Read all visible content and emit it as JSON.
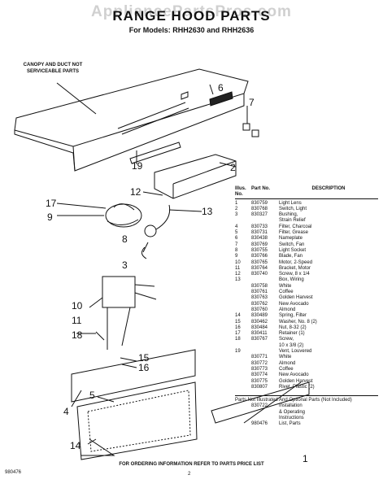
{
  "header": {
    "watermark": "AppliancePartsPros.com",
    "title": "RANGE HOOD PARTS",
    "models": "For Models: RHH2630 and RHH2636"
  },
  "canopy_note": "CANOPY AND DUCT NOT SERVICEABLE PARTS",
  "callouts": [
    "1",
    "2",
    "3",
    "4",
    "5",
    "6",
    "7",
    "8",
    "9",
    "10",
    "11",
    "12",
    "13",
    "14",
    "15",
    "16",
    "17",
    "18",
    "19"
  ],
  "table": {
    "headers": [
      "Illus. No.",
      "Part No.",
      "DESCRIPTION"
    ],
    "rows": [
      [
        "1",
        "830759",
        "Light Lens"
      ],
      [
        "2",
        "830768",
        "Switch, Light"
      ],
      [
        "3",
        "830327",
        "Bushing,"
      ],
      [
        "",
        "",
        "Strain Relief"
      ],
      [
        "4",
        "830733",
        "Filter, Charcoal"
      ],
      [
        "5",
        "830731",
        "Filter, Grease"
      ],
      [
        "6",
        "830438",
        "Nameplate"
      ],
      [
        "7",
        "830769",
        "Switch, Fan"
      ],
      [
        "8",
        "830755",
        "Light Socket"
      ],
      [
        "9",
        "830766",
        "Blade, Fan"
      ],
      [
        "10",
        "830765",
        "Motor, 2-Speed"
      ],
      [
        "11",
        "830764",
        "Bracket, Motor"
      ],
      [
        "12",
        "830740",
        "Screw, 8 x 1/4"
      ],
      [
        "13",
        "",
        "Box, Wiring"
      ],
      [
        "",
        "830758",
        "White"
      ],
      [
        "",
        "830761",
        "Coffee"
      ],
      [
        "",
        "830763",
        "Golden Harvest"
      ],
      [
        "",
        "830762",
        "New Avocado"
      ],
      [
        "",
        "830760",
        "Almond"
      ],
      [
        "14",
        "830489",
        "Spring, Filter"
      ],
      [
        "15",
        "830462",
        "Washer, No. 8 (2)"
      ],
      [
        "16",
        "830484",
        "Nut, 8-32 (2)"
      ],
      [
        "17",
        "830411",
        "Retainer (1)"
      ],
      [
        "18",
        "830767",
        "Screw,"
      ],
      [
        "",
        "",
        "10 x 3/8 (2)"
      ],
      [
        "19",
        "",
        "Vent, Louvered"
      ],
      [
        "",
        "830771",
        "White"
      ],
      [
        "",
        "830772",
        "Almond"
      ],
      [
        "",
        "830773",
        "Coffee"
      ],
      [
        "",
        "830774",
        "New Avocado"
      ],
      [
        "",
        "830775",
        "Golden Harvest"
      ],
      [
        "",
        "830807",
        "Rivet, Plastic (2)"
      ]
    ],
    "not_included_title": "Parts Not Illustrated And Optional Parts (Not Included)",
    "extra_rows": [
      [
        "",
        "830722",
        "Installation"
      ],
      [
        "",
        "",
        "& Operating"
      ],
      [
        "",
        "",
        "Instructions"
      ],
      [
        "",
        "980476",
        "List, Parts"
      ]
    ]
  },
  "footer": {
    "ordering": "FOR ORDERING INFORMATION REFER TO PARTS PRICE LIST",
    "doc_number": "980476",
    "page_number": "2"
  }
}
